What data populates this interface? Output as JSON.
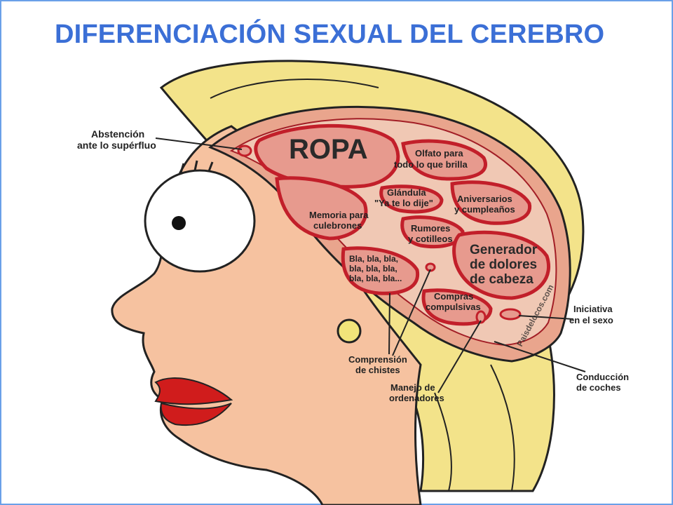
{
  "title": "DIFERENCIACIÓN SEXUAL DEL CEREBRO",
  "watermark": "Paisdelocos.com",
  "colors": {
    "title": "#3b6fd6",
    "border": "#6aa0e8",
    "skin": "#f6c2a0",
    "hair": "#f3e38a",
    "brain": "#e9a58d",
    "region_outline": "#c21f2a",
    "lips": "#d01c1c"
  },
  "labels": {
    "abstencion": [
      "Abstención",
      "ante lo supérfluo"
    ],
    "ropa": "ROPA",
    "olfato": [
      "Olfato para",
      "todo lo que brilla"
    ],
    "glandula": [
      "Glándula",
      "\"Ya te lo dije\""
    ],
    "aniversarios": [
      "Aniversarios",
      "y cumpleaños"
    ],
    "memoria": [
      "Memoria para",
      "culebrones"
    ],
    "rumores": [
      "Rumores",
      "y cotilleos"
    ],
    "generador": [
      "Generador",
      "de dolores",
      "de cabeza"
    ],
    "bla": [
      "Bla, bla, bla,",
      "bla, bla, bla,",
      "bla, bla, bla..."
    ],
    "compras": [
      "Compras",
      "compulsivas"
    ],
    "iniciativa": [
      "Iniciativa",
      "en el sexo"
    ],
    "comprension": [
      "Comprensión",
      "de chistes"
    ],
    "conduccion": [
      "Conducción",
      "de coches"
    ],
    "manejo": [
      "Manejo de",
      "ordenadores"
    ]
  }
}
